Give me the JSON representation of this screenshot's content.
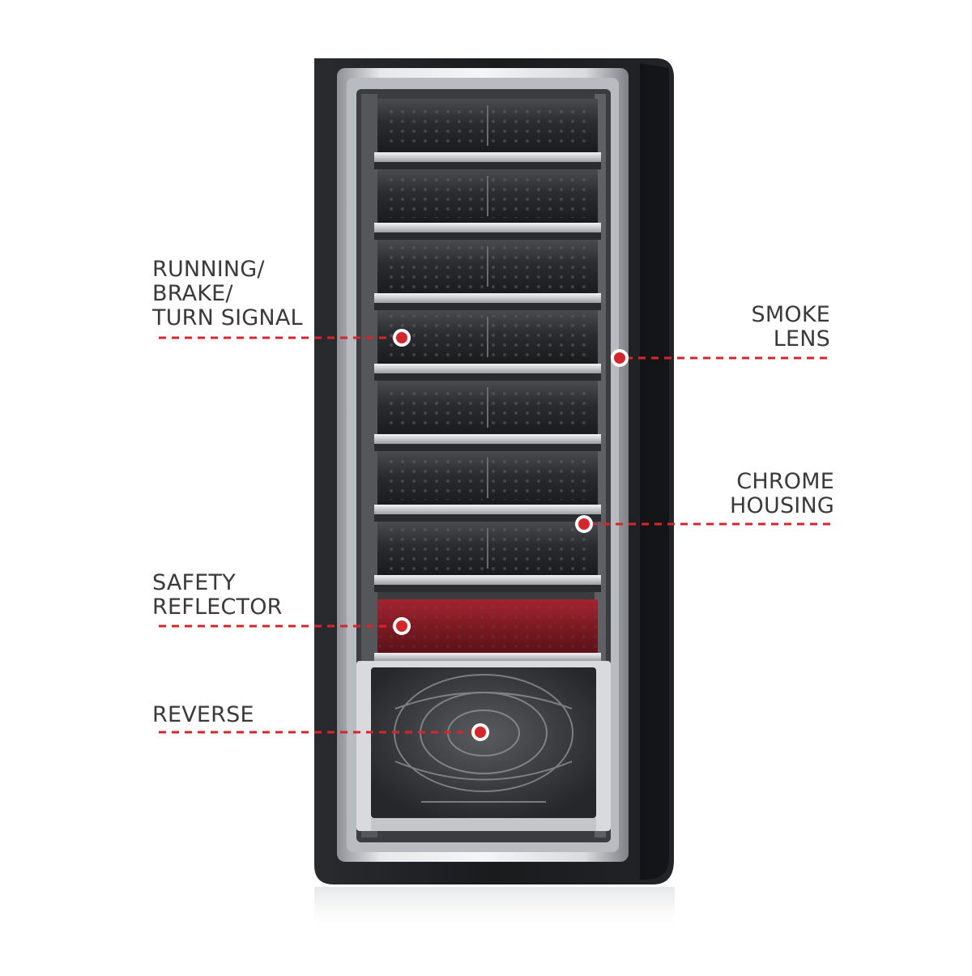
{
  "callouts": [
    {
      "id": "running",
      "lines": [
        "RUNNING/",
        "BRAKE/",
        "TURN SIGNAL"
      ]
    },
    {
      "id": "safety",
      "lines": [
        "SAFETY",
        "REFLECTOR"
      ]
    },
    {
      "id": "reverse",
      "lines": [
        "REVERSE"
      ]
    },
    {
      "id": "smoke",
      "lines": [
        "SMOKE",
        "LENS"
      ]
    },
    {
      "id": "chrome",
      "lines": [
        "CHROME",
        "HOUSING"
      ]
    }
  ],
  "colors": {
    "accent_red": "#d7262b",
    "text": "#3a3a3a",
    "housing": "#1c1c1e",
    "reflector": "#8f1c25",
    "chrome": "#c9ccd0"
  },
  "icons": [
    "callout-marker-icon"
  ]
}
